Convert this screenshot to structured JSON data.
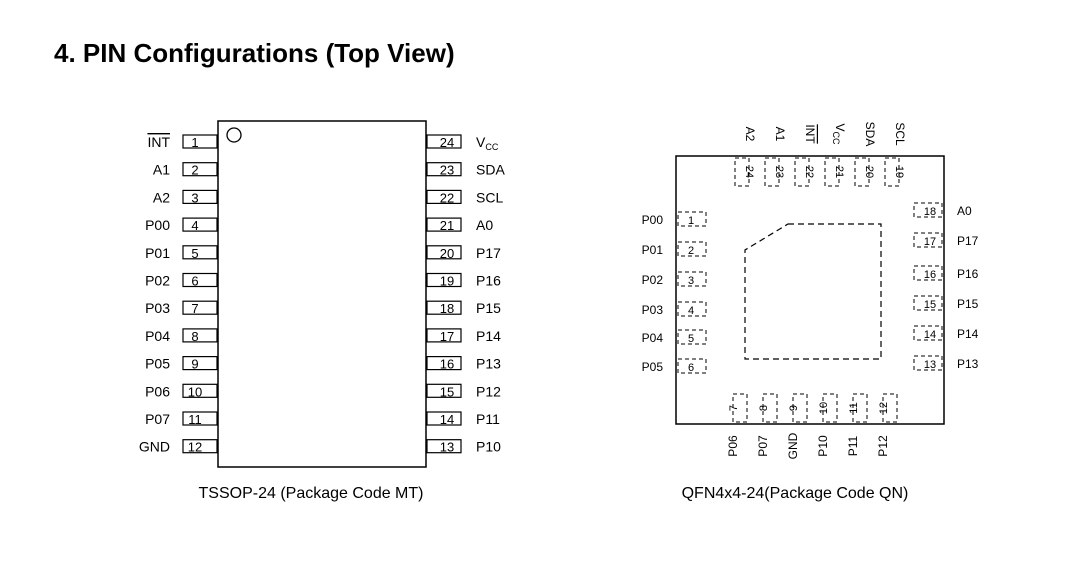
{
  "section_title": "4. PIN Configurations (Top View)",
  "tssop": {
    "caption": "TSSOP-24 (Package Code MT)",
    "left_pins": [
      {
        "num": "1",
        "name": "INT",
        "overline": true
      },
      {
        "num": "2",
        "name": "A1"
      },
      {
        "num": "3",
        "name": "A2"
      },
      {
        "num": "4",
        "name": "P00"
      },
      {
        "num": "5",
        "name": "P01"
      },
      {
        "num": "6",
        "name": "P02"
      },
      {
        "num": "7",
        "name": "P03"
      },
      {
        "num": "8",
        "name": "P04"
      },
      {
        "num": "9",
        "name": "P05"
      },
      {
        "num": "10",
        "name": "P06"
      },
      {
        "num": "11",
        "name": "P07"
      },
      {
        "num": "12",
        "name": "GND"
      }
    ],
    "right_pins": [
      {
        "num": "24",
        "name": "V",
        "sub": "CC"
      },
      {
        "num": "23",
        "name": "SDA"
      },
      {
        "num": "22",
        "name": "SCL"
      },
      {
        "num": "21",
        "name": "A0"
      },
      {
        "num": "20",
        "name": "P17"
      },
      {
        "num": "19",
        "name": "P16"
      },
      {
        "num": "18",
        "name": "P15"
      },
      {
        "num": "17",
        "name": "P14"
      },
      {
        "num": "16",
        "name": "P13"
      },
      {
        "num": "15",
        "name": "P12"
      },
      {
        "num": "14",
        "name": "P11"
      },
      {
        "num": "13",
        "name": "P10"
      }
    ]
  },
  "qfn": {
    "caption": "QFN4x4-24(Package Code QN)",
    "left_pins": [
      {
        "num": "1",
        "name": "P00"
      },
      {
        "num": "2",
        "name": "P01"
      },
      {
        "num": "3",
        "name": "P02"
      },
      {
        "num": "4",
        "name": "P03"
      },
      {
        "num": "5",
        "name": "P04"
      },
      {
        "num": "6",
        "name": "P05"
      }
    ],
    "right_pins": [
      {
        "num": "18",
        "name": "A0"
      },
      {
        "num": "17",
        "name": "P17"
      },
      {
        "num": "16",
        "name": "P16"
      },
      {
        "num": "15",
        "name": "P15"
      },
      {
        "num": "14",
        "name": "P14"
      },
      {
        "num": "13",
        "name": "P13"
      }
    ],
    "top_pins": [
      {
        "num": "24",
        "name": "A2"
      },
      {
        "num": "23",
        "name": "A1"
      },
      {
        "num": "22",
        "name": "INT",
        "overline": true
      },
      {
        "num": "21",
        "name": "V",
        "sub": "CC"
      },
      {
        "num": "20",
        "name": "SDA"
      },
      {
        "num": "19",
        "name": "SCL"
      }
    ],
    "bottom_pins": [
      {
        "num": "7",
        "name": "P06"
      },
      {
        "num": "8",
        "name": "P07"
      },
      {
        "num": "9",
        "name": "GND"
      },
      {
        "num": "10",
        "name": "P10"
      },
      {
        "num": "11",
        "name": "P11"
      },
      {
        "num": "12",
        "name": "P12"
      }
    ]
  }
}
